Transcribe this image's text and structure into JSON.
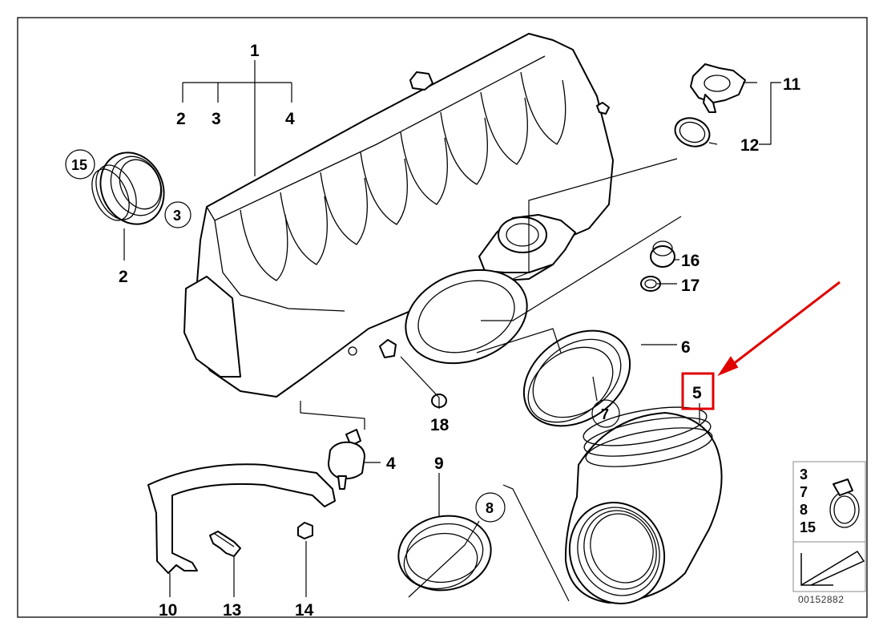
{
  "labels": {
    "l1": "1",
    "l2a": "2",
    "l3a": "3",
    "l4a": "4",
    "l15": "15",
    "l3b": "3",
    "l2b": "2",
    "l11": "11",
    "l12": "12",
    "l16": "16",
    "l17": "17",
    "l6": "6",
    "l5": "5",
    "l7": "7",
    "l18": "18",
    "l4b": "4",
    "l9": "9",
    "l8": "8",
    "l10": "10",
    "l13": "13",
    "l14": "14"
  },
  "legend": {
    "items": [
      "3",
      "7",
      "8",
      "15"
    ]
  },
  "diagram_code": "00152882",
  "highlight_color": "#e00000"
}
